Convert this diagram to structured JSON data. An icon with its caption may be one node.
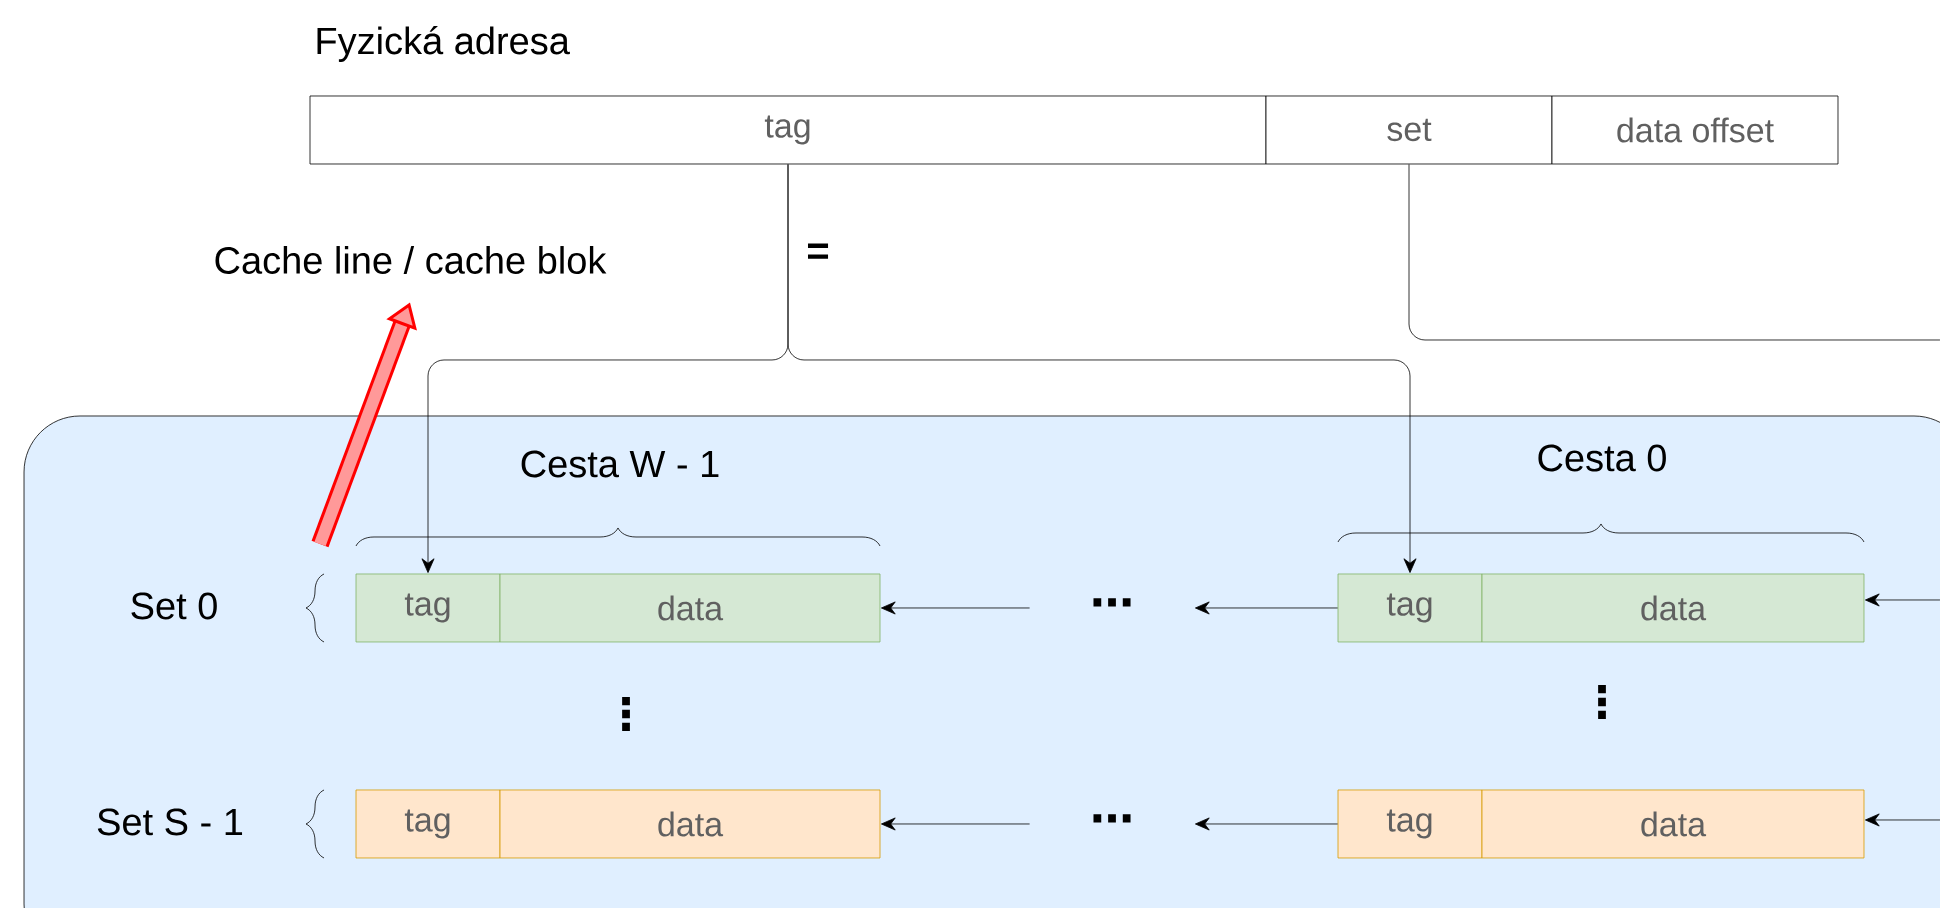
{
  "diagram": {
    "title": "Fyzická adresa",
    "nodes": [
      {
        "text": [
          "tag"
        ]
      },
      {
        "text": [
          "set"
        ]
      },
      {
        "text": [
          "data offset"
        ]
      },
      {
        "text": [
          "Cache line / cache blok"
        ]
      },
      {
        "text": [],
        "shape": "box"
      },
      {
        "text": [
          "tag"
        ],
        "in": 4
      },
      {
        "text": [
          "data"
        ],
        "in": 4
      },
      {
        "text": [
          "tag"
        ],
        "in": 4
      },
      {
        "text": [
          "data"
        ],
        "in": 4
      },
      {
        "text": [
          "tag"
        ],
        "in": 4
      },
      {
        "text": [
          "data"
        ],
        "in": 4
      },
      {
        "text": [
          "tag"
        ],
        "in": 4
      },
      {
        "text": [
          "data"
        ],
        "in": 4
      },
      {
        "text": [
          "⋯"
        ],
        "in": 4
      },
      {
        "text": [
          "⋯"
        ],
        "in": 4
      }
    ],
    "edges": [
      {
        "from": 0,
        "to": 5,
        "arrow": "to"
      },
      {
        "from": 0,
        "to": 7,
        "arrow": "to"
      },
      {
        "from": 1,
        "to": null,
        "arrow": "none"
      },
      {
        "from": null,
        "to": 8,
        "arrow": "to"
      },
      {
        "from": null,
        "to": 12,
        "arrow": "to"
      },
      {
        "from": 7,
        "to": 13,
        "arrow": "to"
      },
      {
        "from": 13,
        "to": 6,
        "arrow": "to"
      },
      {
        "from": 11,
        "to": 14,
        "arrow": "to"
      },
      {
        "from": 14,
        "to": 10,
        "arrow": "to"
      },
      {
        "from": null,
        "to": 3,
        "arrow": "to",
        "style": "thick",
        "color": "#ff0000"
      }
    ],
    "labels": [
      "=",
      "Cesta W - 1",
      "Cesta 0",
      "Set 0",
      "Set S - 1",
      "⋮",
      "⋮"
    ]
  }
}
